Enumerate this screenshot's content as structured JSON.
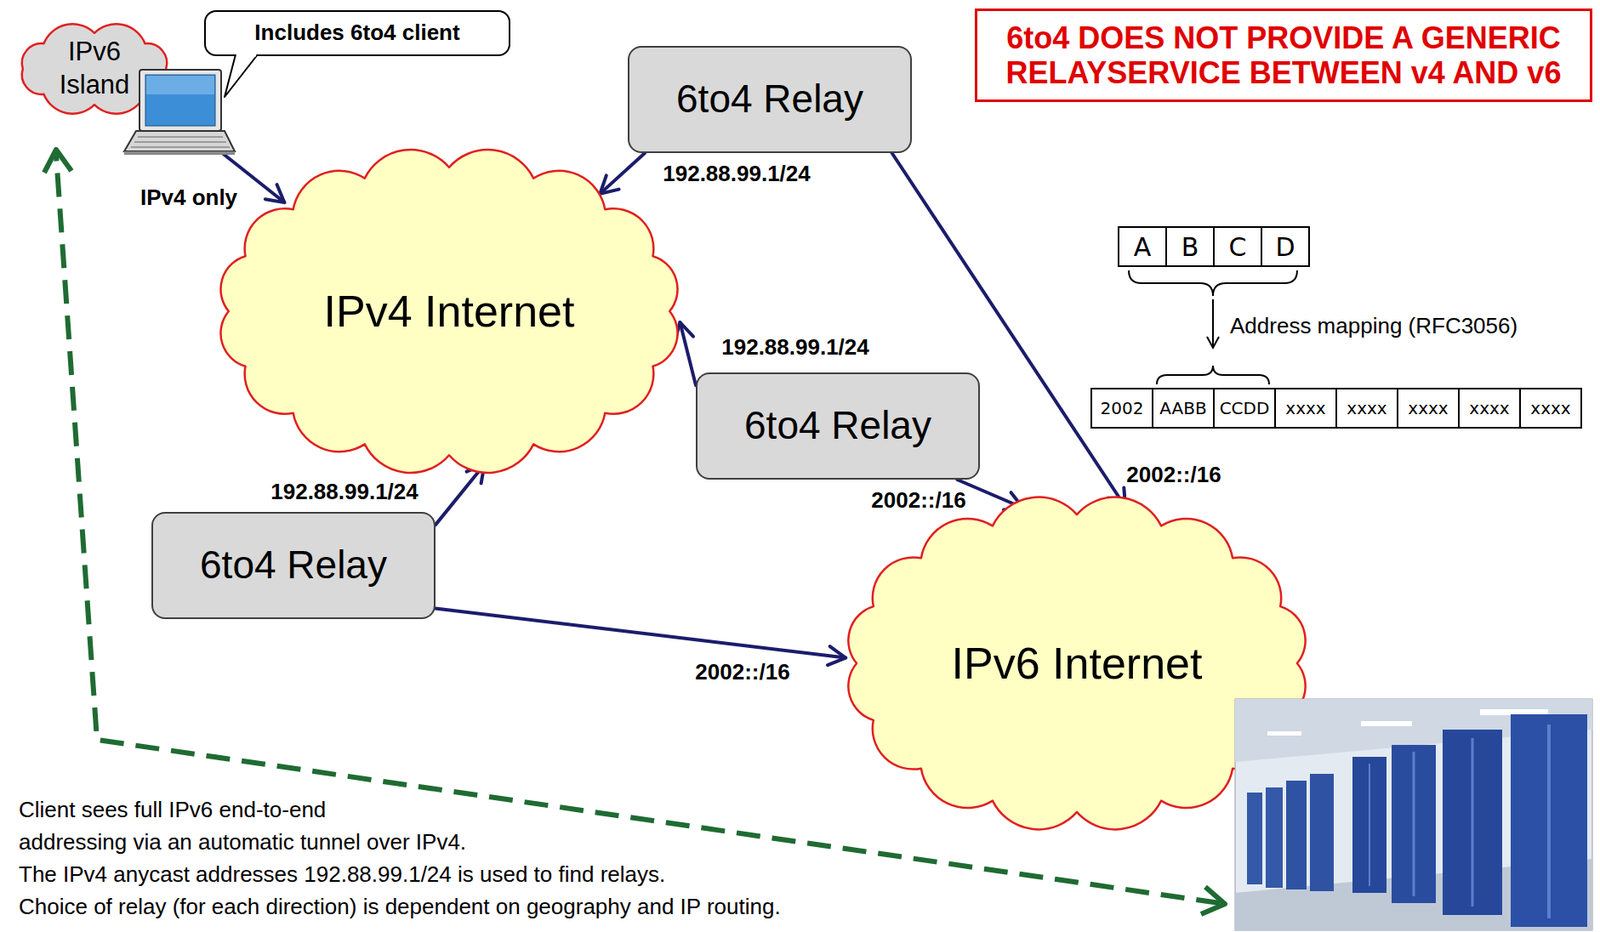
{
  "diagram": {
    "nodes": [
      {
        "text": [
          "IPv6 Island"
        ]
      },
      {
        "text": [
          "Includes 6to4 client"
        ]
      },
      {
        "text": [
          "6to4 Relay"
        ]
      },
      {
        "text": [
          "6to4 DOES NOT PROVIDE A GENERIC RELAYSERVICE BETWEEN v4 AND v6"
        ]
      },
      {
        "text": [
          "IPv4 Internet"
        ]
      },
      {
        "text": [
          "6to4 Relay"
        ]
      },
      {
        "text": [
          "6to4 Relay"
        ]
      },
      {
        "text": [
          "IPv6 Internet"
        ]
      }
    ],
    "edges": [
      {
        "from": 0,
        "to": 4,
        "label": "IPv4 only",
        "arrow": "to"
      },
      {
        "from": 2,
        "to": 4,
        "label": "192.88.99.1/24",
        "arrow": "to"
      },
      {
        "from": 2,
        "to": 7,
        "label": "2002::/16",
        "arrow": "to"
      },
      {
        "from": 5,
        "to": 4,
        "label": "192.88.99.1/24",
        "arrow": "to"
      },
      {
        "from": 5,
        "to": 7,
        "label": "2002::/16",
        "arrow": "to"
      },
      {
        "from": 6,
        "to": 4,
        "label": "192.88.99.1/24",
        "arrow": "to"
      },
      {
        "from": 6,
        "to": 7,
        "label": "2002::/16",
        "arrow": "to"
      }
    ],
    "labels": [
      "A",
      "B",
      "C",
      "D",
      "Address mapping (RFC3056)",
      "2002",
      "AABB",
      "CCDD",
      "xxxx",
      "xxxx",
      "xxxx",
      "xxxx",
      "xxxx",
      "Client sees full IPv6 end-to-end",
      "addressing via an automatic tunnel over IPv4.",
      "The IPv4 anycast addresses 192.88.99.1/24 is used to find relays.",
      "Choice of relay (for each direction) is dependent on geography and IP routing."
    ]
  }
}
